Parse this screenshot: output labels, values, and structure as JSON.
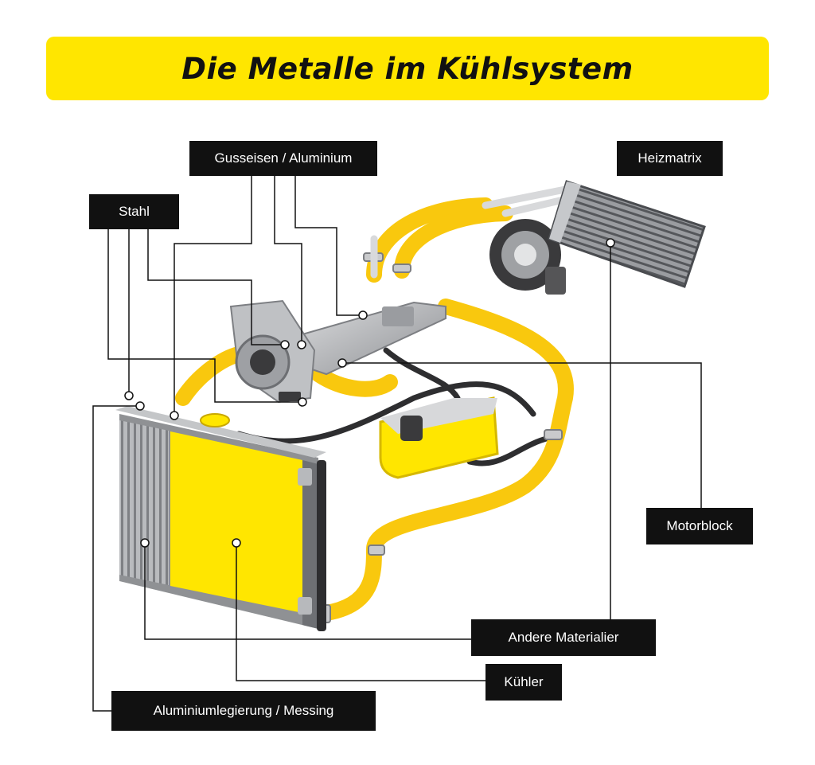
{
  "title": "Die Metalle im Kühlsystem",
  "colors": {
    "accent_yellow": "#FFE600",
    "hose_yellow": "#F9C80E",
    "label_bg": "#111111",
    "metal_grey": "#A9ABAE"
  },
  "labels": {
    "gusseisen": "Gusseisen / Aluminium",
    "heizmatrix": "Heizmatrix",
    "stahl": "Stahl",
    "motorblock": "Motorblock",
    "andere": "Andere Materialier",
    "kuehler": "Kühler",
    "legierung": "Aluminiumlegierung / Messing"
  }
}
